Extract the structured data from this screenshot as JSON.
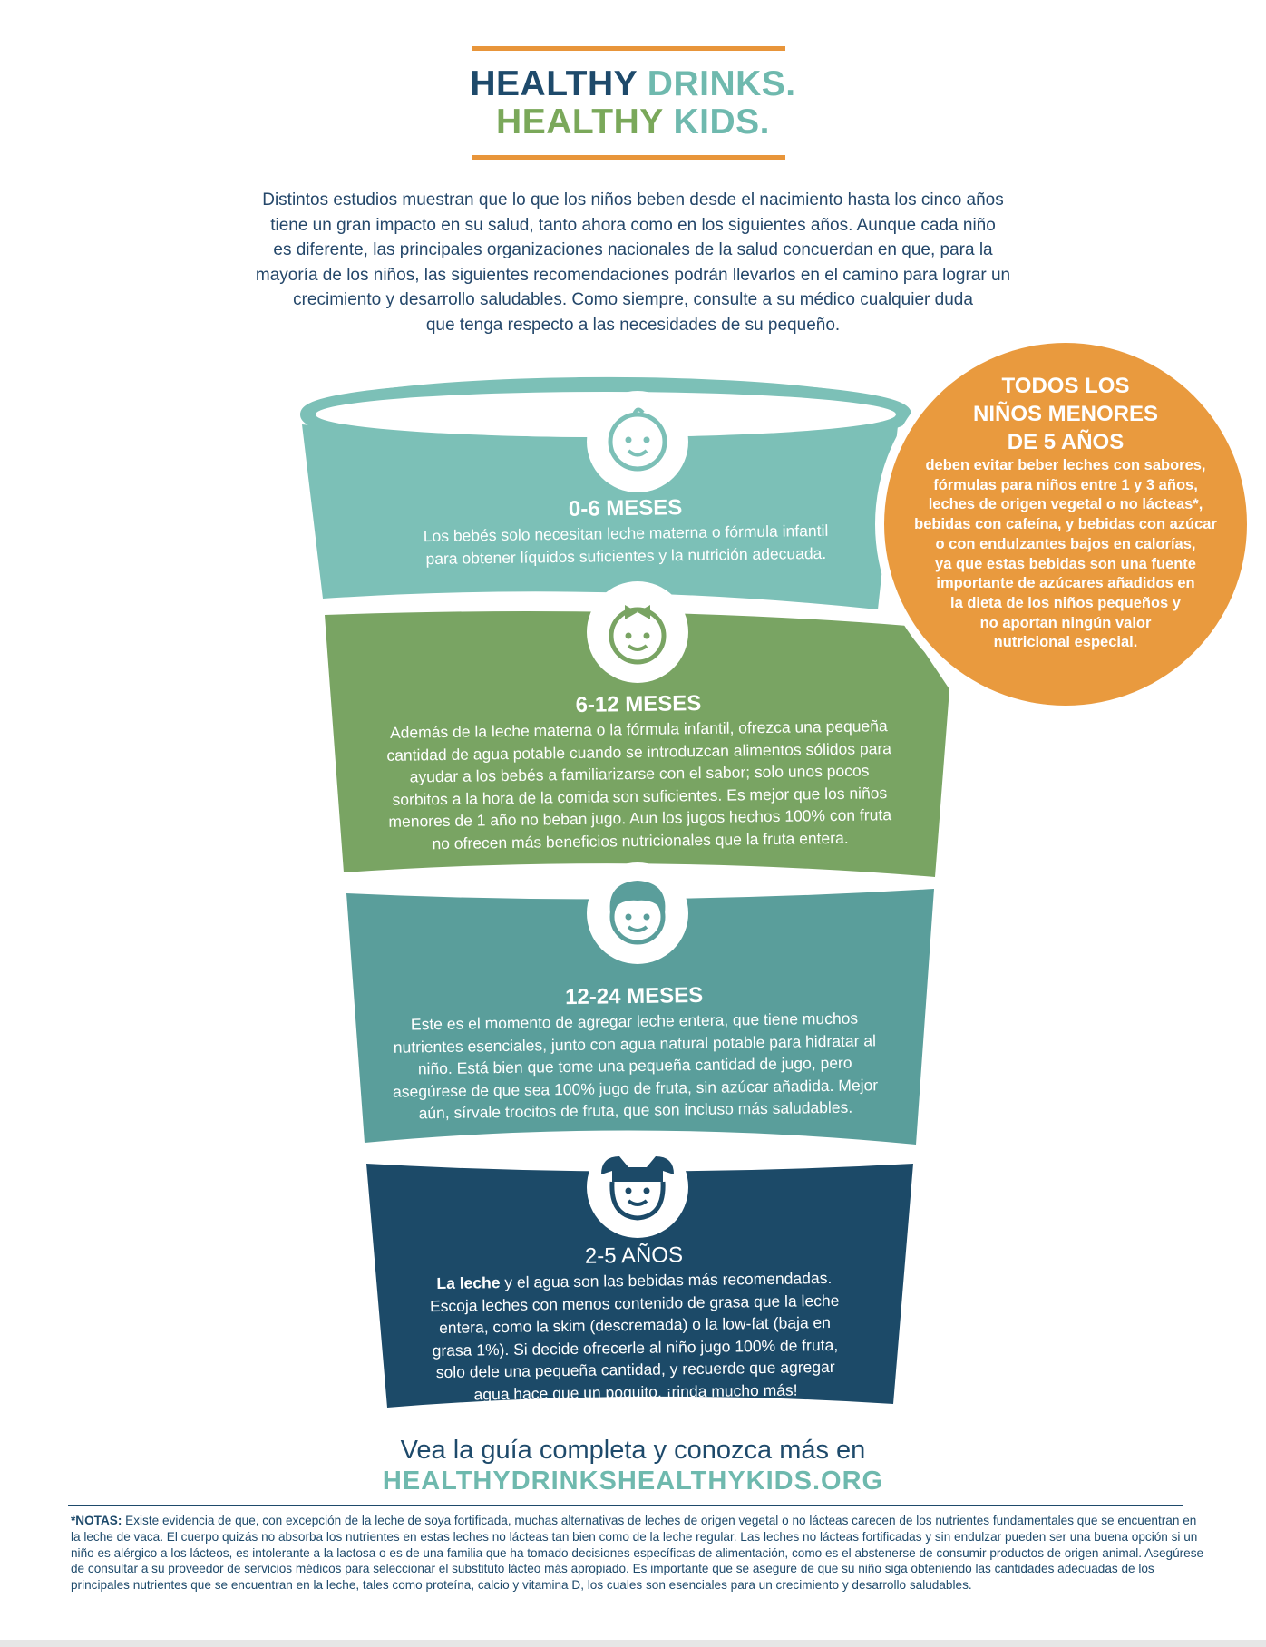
{
  "header": {
    "title_line1_a": "HEALTHY",
    "title_line1_b": "DRINKS.",
    "title_line2_a": "HEALTHY",
    "title_line2_b": "KIDS."
  },
  "intro": {
    "lines": [
      "Distintos estudios muestran que lo que los niños beben desde el nacimiento hasta los cinco años",
      "tiene un gran impacto en su salud, tanto ahora como en los siguientes años. Aunque cada niño",
      "es diferente, las principales organizaciones nacionales de la salud concuerdan en que, para la",
      "mayoría de los niños, las siguientes recomendaciones podrán llevarlos en el camino para lograr un",
      "crecimiento y desarrollo saludables. Como siempre, consulte a su médico cualquier duda",
      "que tenga respecto a las necesidades de su pequeño."
    ]
  },
  "stages": [
    {
      "icon": "baby-face-icon",
      "heading": "0-6 MESES",
      "lines": [
        "Los bebés solo necesitan leche materna o fórmula infantil",
        "para obtener líquidos suficientes y la nutrición adecuada."
      ]
    },
    {
      "icon": "baby-girl-bow-icon",
      "heading": "6-12 MESES",
      "lines": [
        "Además de la leche materna o la fórmula infantil, ofrezca una pequeña",
        "cantidad de agua potable cuando se introduzcan alimentos sólidos para",
        "ayudar a los bebés a familiarizarse con el sabor; solo unos pocos",
        "sorbitos a la hora de la comida son suficientes. Es mejor que los niños",
        "menores de 1 año no beban jugo. Aun los jugos hechos 100% con fruta",
        "no ofrecen más beneficios nutricionales que la fruta entera."
      ]
    },
    {
      "icon": "curly-hair-toddler-icon",
      "heading": "12-24 MESES",
      "lines": [
        "Este es el momento de agregar leche entera, que tiene muchos",
        "nutrientes esenciales, junto con agua natural potable para hidratar al",
        "niño. Está bien que tome una pequeña cantidad de jugo, pero",
        "asegúrese de que sea 100% jugo de fruta, sin azúcar añadida. Mejor",
        "aún, sírvale trocitos de fruta, que son incluso más saludables."
      ]
    },
    {
      "icon": "girl-pigtails-icon",
      "heading": "2-5 AÑOS",
      "bold_lead": "La leche",
      "first_line_rest": " y el agua son las bebidas más recomendadas.",
      "lines": [
        "Escoja leches con menos contenido de grasa que la leche",
        "entera, como la skim (descremada) o la low-fat (baja en",
        "grasa 1%). Si decide ofrecerle al niño jugo 100% de fruta,",
        "solo dele una pequeña cantidad, y recuerde que agregar",
        "agua hace que un poquito, ¡rinda mucho más!"
      ]
    }
  ],
  "callout": {
    "heading_lines": [
      "TODOS LOS",
      "NIÑOS MENORES",
      "DE 5 AÑOS"
    ],
    "body_lines": [
      "deben evitar beber leches con sabores,",
      "fórmulas para niños entre 1 y 3 años,",
      "leches de origen vegetal o no lácteas*,",
      "bebidas con cafeína, y bebidas con azúcar",
      "o con endulzantes bajos en calorías,",
      "ya que estas bebidas son una fuente",
      "importante de azúcares añadidos en",
      "la dieta de los niños pequeños y",
      "no aportan ningún valor",
      "nutricional especial."
    ]
  },
  "footer": {
    "cta": "Vea la guía completa y conozca más en",
    "url": "HEALTHYDRINKSHEALTHYKIDS.ORG",
    "notes_label": "*NOTAS:",
    "notes_text": " Existe evidencia de que, con excepción de la leche de soya fortificada, muchas alternativas de leches de origen vegetal o no lácteas carecen de los nutrientes fundamentales que se encuentran en la leche de vaca. El cuerpo quizás no absorba los nutrientes en estas leches no lácteas tan bien como de la leche regular. Las leches no lácteas fortificadas y sin endulzar pueden ser una buena opción si un niño es alérgico a los lácteos, es intolerante a la lactosa o es de una familia que ha tomado decisiones específicas de alimentación, como es el abstenerse de consumir productos de origen animal. Asegúrese de consultar a su proveedor de servicios médicos para seleccionar el substituto lácteo más apropiado. Es importante que se asegure de que su niño siga obteniendo las cantidades adecuadas de los principales nutrientes que se encuentran en la leche, tales como proteína, calcio y vitamina D, los cuales son esenciales para un crecimiento y desarrollo saludables."
  },
  "colors": {
    "navy": "#1e4a6b",
    "green": "#7aa85a",
    "teal": "#6fb9ae",
    "orange": "#e8953a",
    "band1": "#7cc0b7",
    "band2": "#79a463",
    "band3": "#5a9e9b",
    "band4": "#1c4a68"
  }
}
